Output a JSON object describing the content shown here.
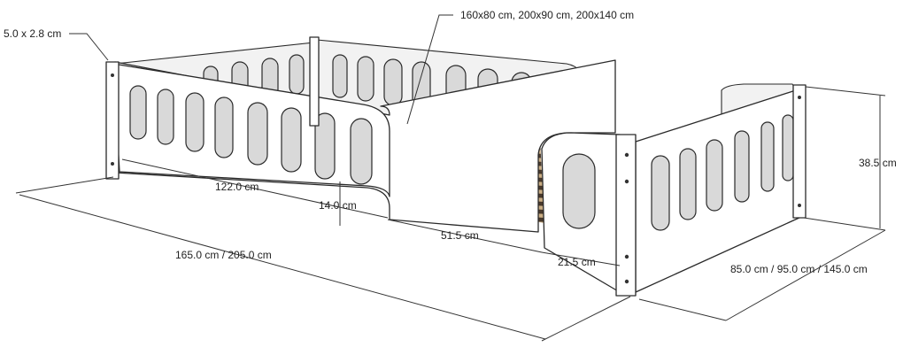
{
  "dimensions": {
    "post_section": "5.0 x 2.8 cm",
    "mattress_sizes": "160x80 cm, 200x90 cm, 200x140 cm",
    "side_rail_length": "122.0 cm",
    "entry_height": "14.0 cm",
    "entry_width": "51.5 cm",
    "end_panel_width": "21.5 cm",
    "overall_length": "165.0 cm / 205.0 cm",
    "overall_width": "85.0 cm / 95.0 cm / 145.0 cm",
    "height": "38.5 cm"
  },
  "colors": {
    "slat_dark": "#4a3a2c",
    "slat_light": "#c9ad84",
    "panel": "#ffffff",
    "line": "#2a2a2a"
  }
}
